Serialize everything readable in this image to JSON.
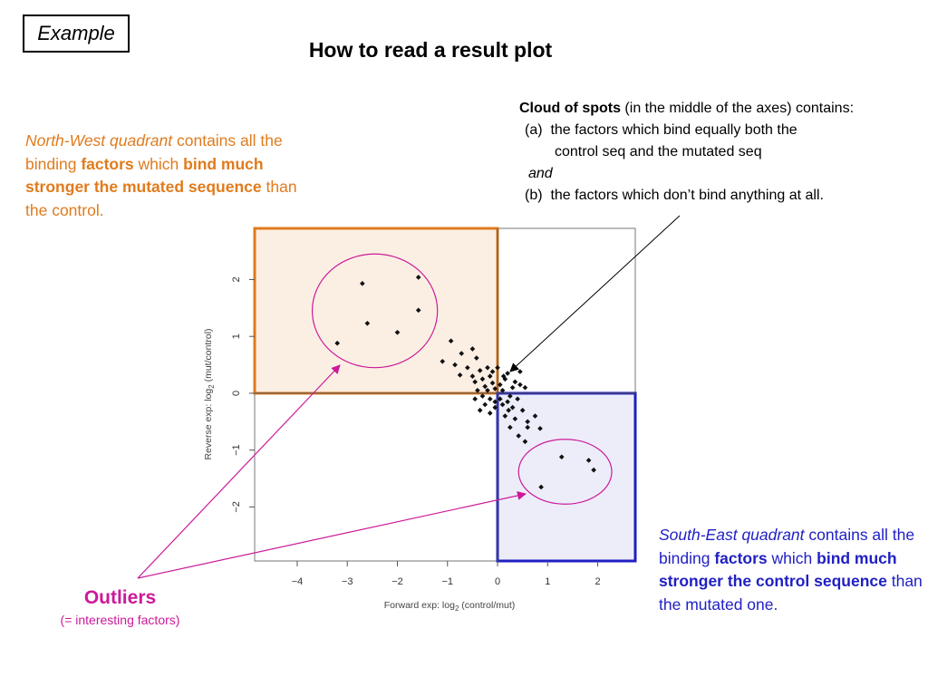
{
  "example_label": "Example",
  "title": "How to read a result plot",
  "cloud_note": {
    "heading": "Cloud of spots",
    "heading_rest": " (in the middle of the axes) contains:",
    "item_a_marker": "(a)",
    "item_a_line1": "the factors which bind equally both the",
    "item_a_line2": "control seq and the mutated seq",
    "and": "and",
    "item_b_marker": "(b)",
    "item_b": "the factors which don’t bind anything at all."
  },
  "nw_note": {
    "part1": "North-West quadrant",
    "part2": " contains all the binding ",
    "part3": "factors",
    "part4": " which ",
    "part5": "bind much stronger the mutated sequence",
    "part6": " than the control."
  },
  "se_note": {
    "part1": "South-East quadrant",
    "part2": " contains all the binding ",
    "part3": "factors",
    "part4": " which ",
    "part5": "bind much stronger the control sequence",
    "part6": " than the mutated one."
  },
  "outliers": {
    "label": "Outliers",
    "sublabel": "(= interesting factors)"
  },
  "colors": {
    "nw_accent": "#e07b1d",
    "se_accent": "#1f1fc4",
    "outlier_accent": "#cc1a99"
  },
  "chart_data": {
    "type": "scatter",
    "xlabel_prefix": "Forward exp: log",
    "xlabel_sub": "2",
    "xlabel_suffix": " (control/mut)",
    "ylabel_prefix": "Reverse exp: log",
    "ylabel_sub": "2",
    "ylabel_suffix": " (mut/control)",
    "xlim": [
      -4.85,
      2.75
    ],
    "ylim": [
      -2.95,
      2.9
    ],
    "xticks": [
      -4,
      -3,
      -2,
      -1,
      0,
      1,
      2
    ],
    "yticks": [
      -2,
      -1,
      0,
      1,
      2
    ],
    "nw_quadrant": {
      "x": [
        -4.85,
        0
      ],
      "y": [
        0,
        2.9
      ]
    },
    "se_quadrant": {
      "x": [
        0,
        2.75
      ],
      "y": [
        -2.95,
        0
      ]
    },
    "outlier_circles": [
      {
        "cx": -2.45,
        "cy": 1.45,
        "rx": 1.25,
        "ry": 1.0
      },
      {
        "cx": 1.35,
        "cy": -1.38,
        "rx": 0.93,
        "ry": 0.57
      }
    ],
    "points": [
      [
        -2.7,
        1.93
      ],
      [
        -1.58,
        2.04
      ],
      [
        -2.6,
        1.23
      ],
      [
        -1.58,
        1.46
      ],
      [
        -2.0,
        1.07
      ],
      [
        -3.2,
        0.88
      ],
      [
        -0.93,
        0.92
      ],
      [
        -0.5,
        0.78
      ],
      [
        -1.1,
        0.56
      ],
      [
        -0.72,
        0.7
      ],
      [
        -0.85,
        0.5
      ],
      [
        -0.42,
        0.62
      ],
      [
        -0.6,
        0.45
      ],
      [
        -0.75,
        0.32
      ],
      [
        -0.5,
        0.3
      ],
      [
        -0.35,
        0.4
      ],
      [
        -0.45,
        0.2
      ],
      [
        -0.3,
        0.25
      ],
      [
        -0.25,
        0.12
      ],
      [
        -0.15,
        0.3
      ],
      [
        -0.2,
        0.05
      ],
      [
        -0.1,
        0.18
      ],
      [
        -0.05,
        0.08
      ],
      [
        0.05,
        0.15
      ],
      [
        0.1,
        0.05
      ],
      [
        0.15,
        0.25
      ],
      [
        0.2,
        0.35
      ],
      [
        0.3,
        0.1
      ],
      [
        0.25,
        -0.05
      ],
      [
        0.35,
        0.2
      ],
      [
        0.45,
        0.15
      ],
      [
        0.05,
        -0.1
      ],
      [
        -0.05,
        -0.15
      ],
      [
        -0.15,
        -0.1
      ],
      [
        -0.3,
        -0.05
      ],
      [
        -0.25,
        -0.2
      ],
      [
        -0.35,
        -0.3
      ],
      [
        -0.15,
        -0.35
      ],
      [
        -0.05,
        -0.25
      ],
      [
        0.1,
        -0.2
      ],
      [
        0.2,
        -0.15
      ],
      [
        0.3,
        -0.25
      ],
      [
        0.4,
        -0.1
      ],
      [
        0.15,
        -0.4
      ],
      [
        0.35,
        -0.45
      ],
      [
        0.5,
        -0.3
      ],
      [
        0.6,
        -0.5
      ],
      [
        0.75,
        -0.4
      ],
      [
        0.25,
        -0.6
      ],
      [
        0.42,
        -0.75
      ],
      [
        0.85,
        -0.62
      ],
      [
        0.55,
        -0.85
      ],
      [
        0.6,
        -0.6
      ],
      [
        1.28,
        -1.12
      ],
      [
        1.82,
        -1.18
      ],
      [
        1.92,
        -1.35
      ],
      [
        0.87,
        -1.65
      ],
      [
        -0.4,
        0.05
      ],
      [
        0.45,
        0.38
      ],
      [
        0.55,
        0.1
      ],
      [
        -0.1,
        0.38
      ],
      [
        -0.45,
        -0.1
      ],
      [
        0.0,
        0.45
      ],
      [
        0.22,
        -0.3
      ],
      [
        -0.2,
        0.45
      ],
      [
        0.12,
        0.3
      ]
    ]
  }
}
